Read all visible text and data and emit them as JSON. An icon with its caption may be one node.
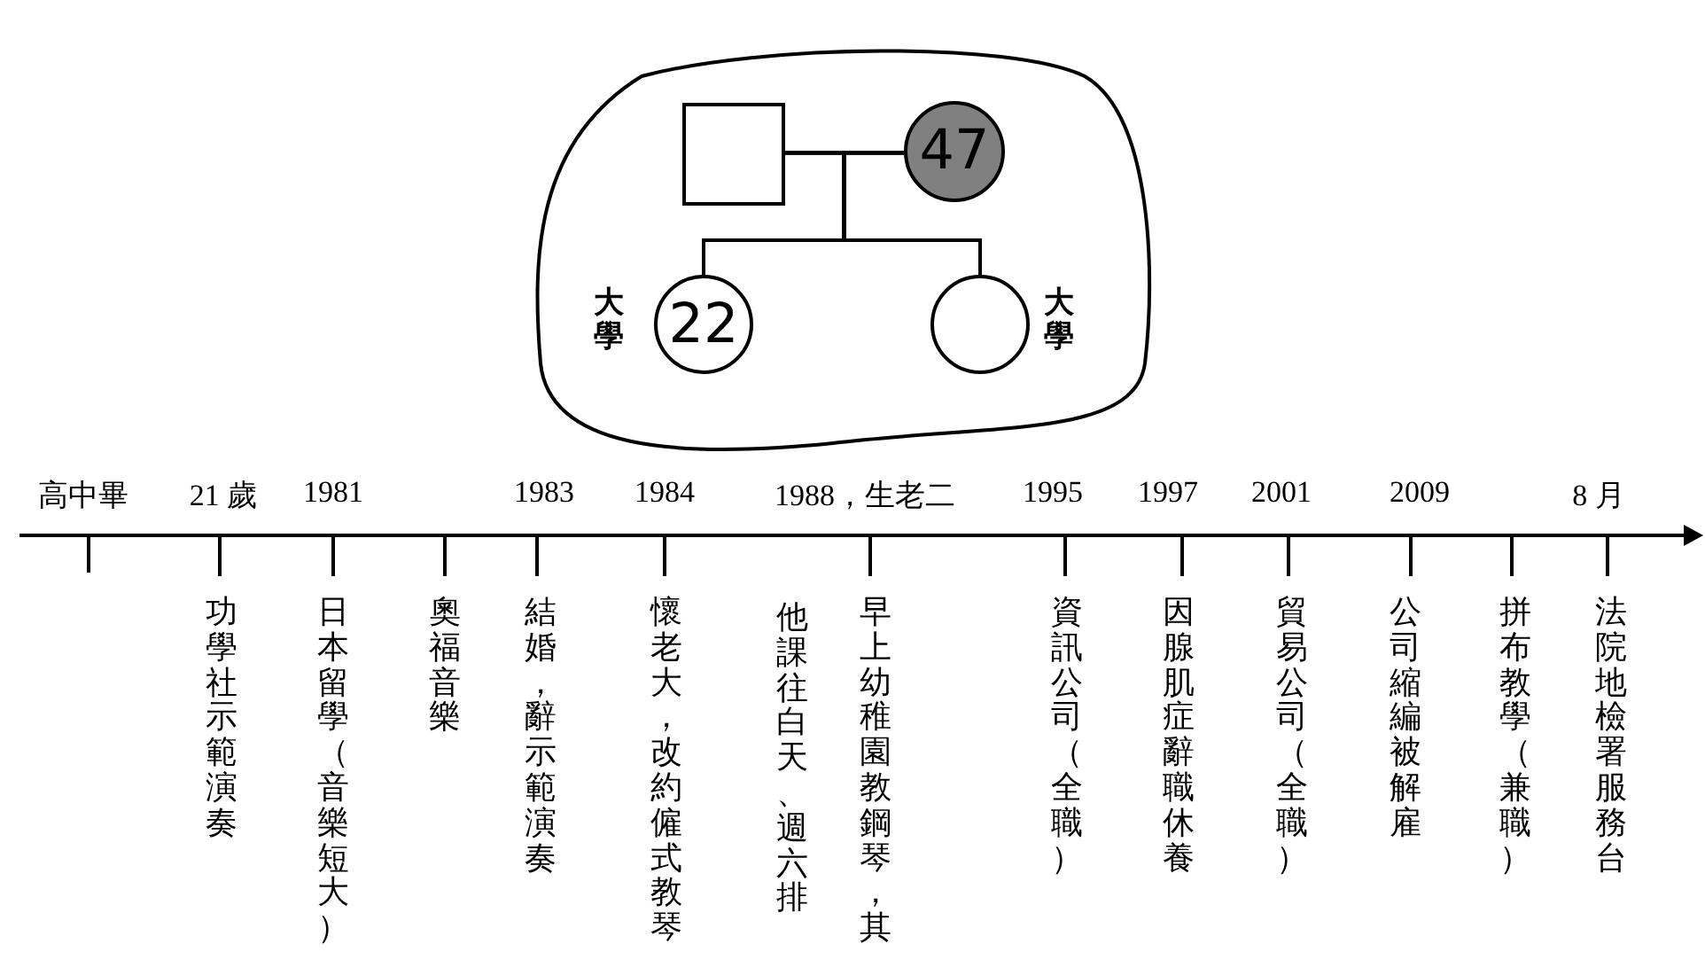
{
  "diagram": {
    "nodes": [
      {
        "text": [],
        "shape": "cloud"
      },
      {
        "text": [],
        "shape": "box",
        "in": 0
      },
      {
        "text": [
          "47"
        ],
        "in": 0
      },
      {
        "text": [
          "22"
        ],
        "in": 0,
        "beside": [
          "大學"
        ]
      },
      {
        "text": [],
        "shape": "circle",
        "in": 0,
        "beside": [
          "大學"
        ]
      }
    ],
    "edges": [
      {
        "from": 1,
        "to": 2,
        "arrow": "none"
      },
      {
        "from": 1,
        "to": 3,
        "arrow": "none"
      },
      {
        "from": 1,
        "to": 4,
        "arrow": "none"
      },
      {
        "from": 2,
        "to": 3,
        "arrow": "none"
      },
      {
        "from": 2,
        "to": 4,
        "arrow": "none"
      }
    ],
    "labels": [
      "高中畢",
      "21 歲",
      "1981",
      "1983",
      "1984",
      "1988，生老二",
      "1995",
      "1997",
      "2001",
      "2009",
      "8 月",
      "功學社示範演奏",
      "日本留學（音樂短大）",
      "奧福音樂",
      "結婚，辭示範演奏",
      "懷老大，改約僱式教琴",
      "他課往白天、週六排",
      "早上幼稚園教鋼琴，其",
      "資訊公司（全職）",
      "因腺肌症辭職休養",
      "貿易公司（全職）",
      "公司縮編被解雇",
      "拼布教學（兼職）",
      "法院地檢署服務台"
    ]
  }
}
